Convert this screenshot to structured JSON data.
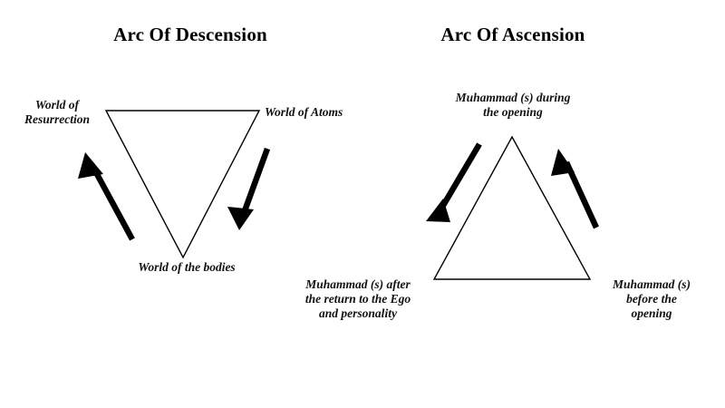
{
  "background_color": "#ffffff",
  "stroke_color": "#000000",
  "diagrams": [
    {
      "id": "arc-of-descension",
      "title": "Arc Of Descension",
      "triangle_orientation": "inverted",
      "labels": {
        "top_left": "World of\nResurrection",
        "top_right": "World of Atoms",
        "bottom": "World of the bodies"
      },
      "arrows": [
        {
          "name": "ascending-left-arrow",
          "direction": "up-left"
        },
        {
          "name": "descending-right-arrow",
          "direction": "down-right"
        }
      ]
    },
    {
      "id": "arc-of-ascension",
      "title": "Arc Of Ascension",
      "triangle_orientation": "upright",
      "labels": {
        "apex": "Muhammad (s) during\nthe opening",
        "bottom_left": "Muhammad (s) after\nthe return to the Ego\nand personality",
        "bottom_right": "Muhammad (s)\nbefore the\nopening"
      },
      "arrows": [
        {
          "name": "descending-left-arrow",
          "direction": "down-left"
        },
        {
          "name": "ascending-right-arrow",
          "direction": "up-right"
        }
      ]
    }
  ]
}
